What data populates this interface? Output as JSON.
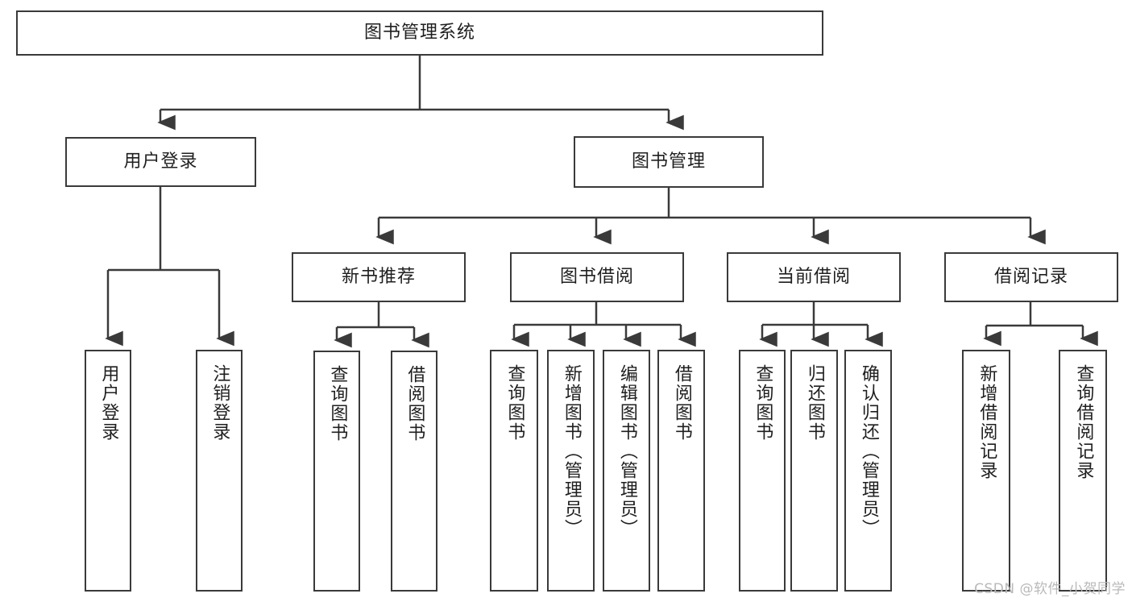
{
  "diagram": {
    "type": "tree",
    "title": "图书管理系统",
    "watermark": "CSDN @软件_小贺同学",
    "colors": {
      "box_border": "#3a3a3a",
      "box_fill": "#ffffff",
      "connector": "#3a3a3a",
      "text": "#1f1f1f",
      "watermark": "#b9b9b9"
    },
    "nodes": {
      "root": "图书管理系统",
      "level2": [
        "用户登录",
        "图书管理"
      ],
      "level3": [
        "新书推荐",
        "图书借阅",
        "当前借阅",
        "借阅记录"
      ],
      "leaves": {
        "user_login": [
          "用户登录",
          "注销登录"
        ],
        "new_book": [
          "查询图书",
          "借阅图书"
        ],
        "book_borrow": [
          "查询图书",
          "新增图书（管理员）",
          "编辑图书（管理员）",
          "借阅图书"
        ],
        "current_borrow": [
          "查询图书",
          "归还图书",
          "确认归还（管理员）"
        ],
        "borrow_record": [
          "新增借阅记录",
          "查询借阅记录"
        ]
      }
    }
  }
}
